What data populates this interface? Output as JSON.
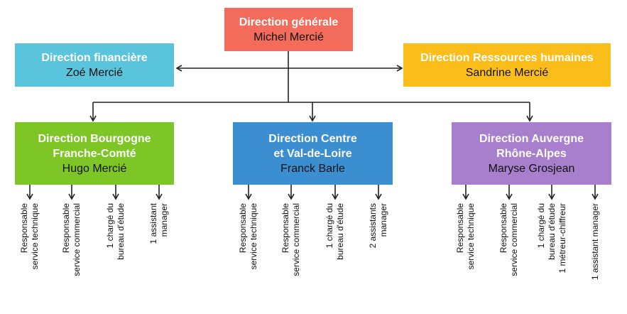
{
  "colors": {
    "general": "#f26b5b",
    "finance": "#5bc4dd",
    "rh": "#fbbd1a",
    "bourgogne": "#7dc625",
    "centre": "#3b8fd1",
    "auvergne": "#a87fcc"
  },
  "general": {
    "title": "Direction générale",
    "name": "Michel Mercié"
  },
  "finance": {
    "title": "Direction financière",
    "name": "Zoé Mercié"
  },
  "rh": {
    "title": "Direction Ressources humaines",
    "name": "Sandrine Mercié"
  },
  "bourgogne": {
    "title1": "Direction Bourgogne",
    "title2": "Franche-Comté",
    "name": "Hugo Mercié",
    "roles": [
      [
        "Responsable",
        "service technique"
      ],
      [
        "Responsable",
        "service commercial"
      ],
      [
        "1 chargé du",
        "bureau d'étude"
      ],
      [
        "1 assistant",
        "manager"
      ]
    ]
  },
  "centre": {
    "title1": "Direction Centre",
    "title2": "et Val-de-Loire",
    "name": "Franck Barle",
    "roles": [
      [
        "Responsable",
        "service technique"
      ],
      [
        "Responsable",
        "service commercial"
      ],
      [
        "1 chargé du",
        "bureau d'étude"
      ],
      [
        "2 assistants",
        "manager"
      ]
    ]
  },
  "auvergne": {
    "title1": "Direction Auvergne",
    "title2": "Rhône-Alpes",
    "name": "Maryse Grosjean",
    "roles": [
      [
        "Responsable",
        "service technique"
      ],
      [
        "Responsable",
        "service commercial"
      ],
      [
        "1 chargé du",
        "bureau d'étude",
        "1 métreur-chiffreur"
      ],
      [
        "1 assistant manager"
      ]
    ]
  }
}
